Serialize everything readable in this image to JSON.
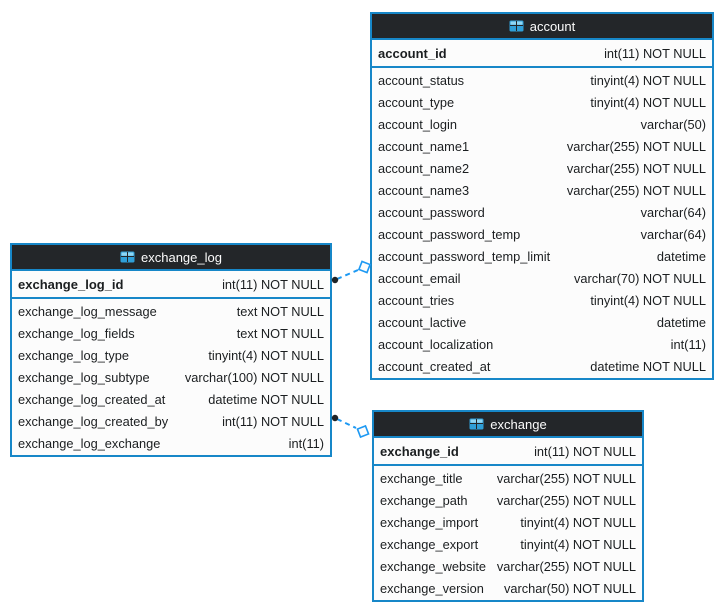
{
  "colors": {
    "table_border": "#1787c8",
    "header_background": "#232629",
    "header_text": "#fcfcfc",
    "row_text": "#1b1e20",
    "relation_line": "#1d99f3",
    "icon_accent": "#3daee9",
    "canvas_background": "#ffffff"
  },
  "diagram": {
    "tables": [
      {
        "name": "account",
        "icon": "table-icon",
        "primary_key": {
          "name": "account_id",
          "type": "int(11) NOT NULL"
        },
        "columns": [
          {
            "name": "account_status",
            "type": "tinyint(4) NOT NULL"
          },
          {
            "name": "account_type",
            "type": "tinyint(4) NOT NULL"
          },
          {
            "name": "account_login",
            "type": "varchar(50)"
          },
          {
            "name": "account_name1",
            "type": "varchar(255) NOT NULL"
          },
          {
            "name": "account_name2",
            "type": "varchar(255) NOT NULL"
          },
          {
            "name": "account_name3",
            "type": "varchar(255) NOT NULL"
          },
          {
            "name": "account_password",
            "type": "varchar(64)"
          },
          {
            "name": "account_password_temp",
            "type": "varchar(64)"
          },
          {
            "name": "account_password_temp_limit",
            "type": "datetime"
          },
          {
            "name": "account_email",
            "type": "varchar(70) NOT NULL"
          },
          {
            "name": "account_tries",
            "type": "tinyint(4) NOT NULL"
          },
          {
            "name": "account_lactive",
            "type": "datetime"
          },
          {
            "name": "account_localization",
            "type": "int(11)"
          },
          {
            "name": "account_created_at",
            "type": "datetime NOT NULL"
          }
        ]
      },
      {
        "name": "exchange_log",
        "icon": "table-icon",
        "primary_key": {
          "name": "exchange_log_id",
          "type": "int(11) NOT NULL"
        },
        "columns": [
          {
            "name": "exchange_log_message",
            "type": "text NOT NULL"
          },
          {
            "name": "exchange_log_fields",
            "type": "text NOT NULL"
          },
          {
            "name": "exchange_log_type",
            "type": "tinyint(4) NOT NULL"
          },
          {
            "name": "exchange_log_subtype",
            "type": "varchar(100) NOT NULL"
          },
          {
            "name": "exchange_log_created_at",
            "type": "datetime NOT NULL"
          },
          {
            "name": "exchange_log_created_by",
            "type": "int(11) NOT NULL"
          },
          {
            "name": "exchange_log_exchange",
            "type": "int(11)"
          }
        ]
      },
      {
        "name": "exchange",
        "icon": "table-icon",
        "primary_key": {
          "name": "exchange_id",
          "type": "int(11) NOT NULL"
        },
        "columns": [
          {
            "name": "exchange_title",
            "type": "varchar(255) NOT NULL"
          },
          {
            "name": "exchange_path",
            "type": "varchar(255) NOT NULL"
          },
          {
            "name": "exchange_import",
            "type": "tinyint(4) NOT NULL"
          },
          {
            "name": "exchange_export",
            "type": "tinyint(4) NOT NULL"
          },
          {
            "name": "exchange_website",
            "type": "varchar(255) NOT NULL"
          },
          {
            "name": "exchange_version",
            "type": "varchar(50) NOT NULL"
          }
        ]
      }
    ],
    "relations": [
      {
        "from_table": "exchange_log",
        "to_table": "account",
        "style": "dashed"
      },
      {
        "from_table": "exchange_log",
        "to_table": "exchange",
        "style": "dashed"
      }
    ]
  }
}
